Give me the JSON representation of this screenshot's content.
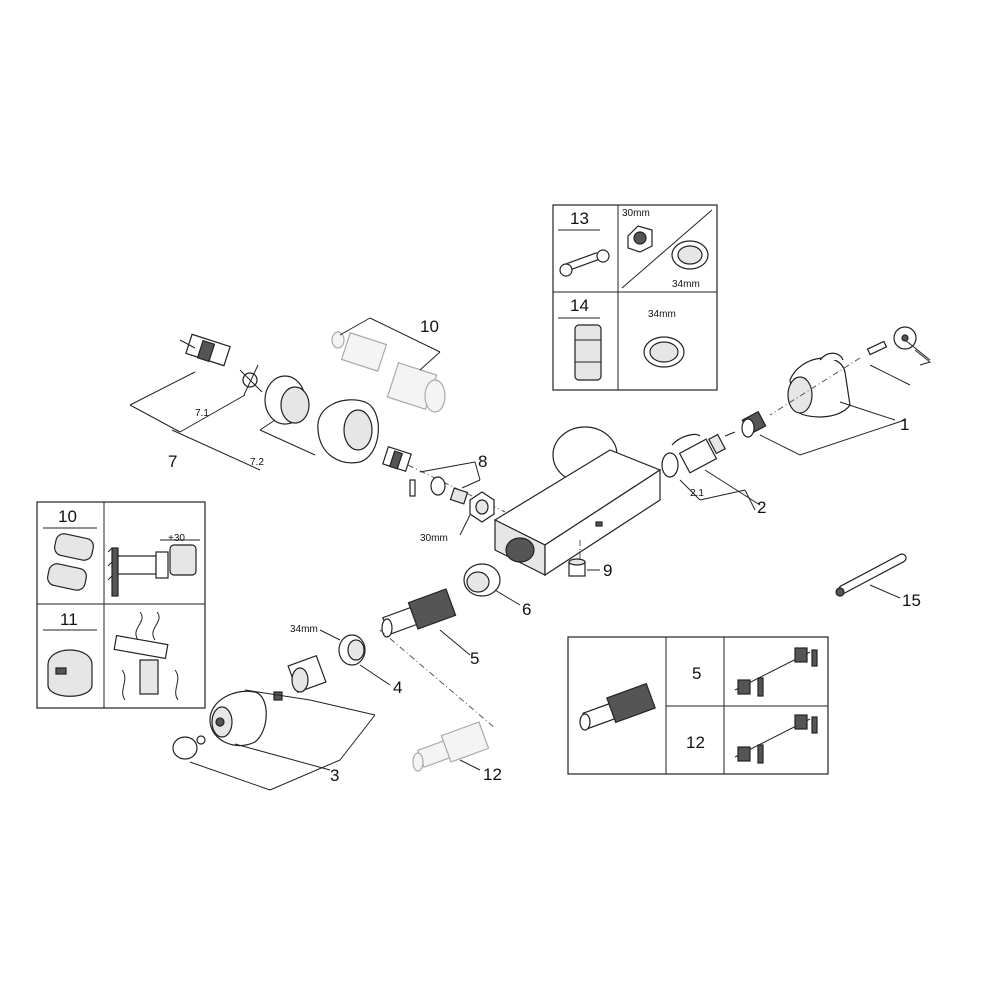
{
  "labels": {
    "p1": "1",
    "p2": "2",
    "p2_1": "2.1",
    "p3": "3",
    "p4": "4",
    "p4_size": "34mm",
    "p5": "5",
    "p6": "6",
    "p7": "7",
    "p7_1": "7.1",
    "p7_2": "7.2",
    "p8": "8",
    "p8_size": "30mm",
    "p9": "9",
    "p10": "10",
    "p12": "12",
    "p15": "15"
  },
  "tools_box": {
    "r13": "13",
    "r13_size_a": "30mm",
    "r13_size_b": "34mm",
    "r14": "14",
    "r14_size": "34mm"
  },
  "extension_box": {
    "r10": "10",
    "r10_size": "+30",
    "r11": "11"
  },
  "cartridge_box": {
    "r5": "5",
    "r12": "12"
  }
}
